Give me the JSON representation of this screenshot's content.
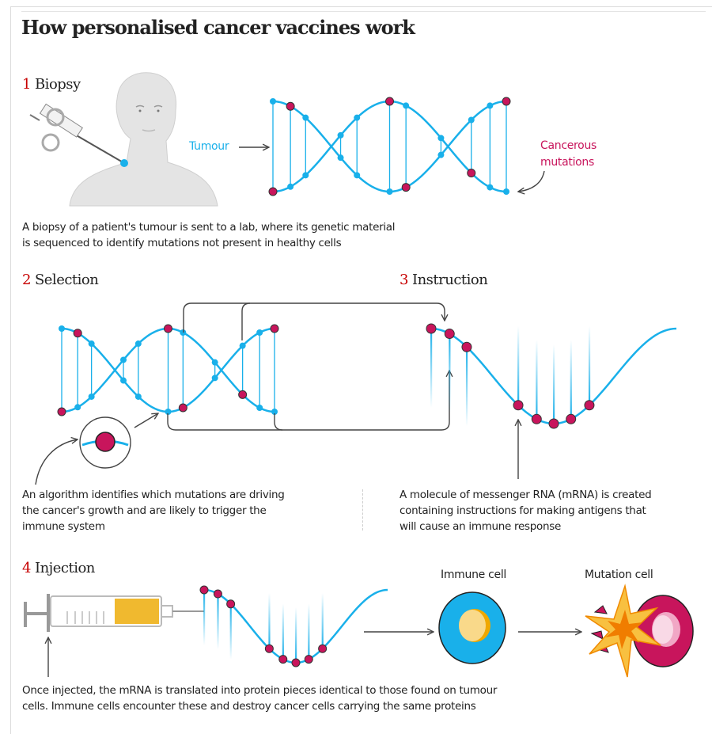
{
  "title": "How personalised cancer vaccines work",
  "colors": {
    "blue": "#19b0ea",
    "mutation": "#c8155c",
    "heading_number": "#c70000",
    "syringe_fill": "#f0b92f"
  },
  "sections": [
    {
      "number": "1",
      "heading": "Biopsy",
      "caption_lines": [
        "A biopsy of a patient's tumour is sent to a lab, where its genetic material",
        "is sequenced to identify mutations not present in healthy cells"
      ]
    },
    {
      "number": "2",
      "heading": "Selection",
      "caption_lines": [
        "An algorithm identifies which mutations are driving",
        "the cancer's growth and are likely to trigger the",
        "immune system"
      ]
    },
    {
      "number": "3",
      "heading": "Instruction",
      "caption_lines": [
        "A molecule of messenger RNA (mRNA) is created",
        "containing instructions for making antigens that",
        "will cause an immune response"
      ]
    },
    {
      "number": "4",
      "heading": "Injection",
      "caption_lines": [
        "Once injected, the mRNA is translated into protein pieces identical to those found on tumour",
        "cells. Immune cells encounter these and destroy cancer cells carrying the same proteins"
      ]
    }
  ],
  "labels": {
    "tumour": "Tumour",
    "cancerous_mutations": [
      "Cancerous",
      "mutations"
    ],
    "immune_cell": "Immune cell",
    "mutation_cell": "Mutation cell"
  },
  "icons": [
    "syringe-icon",
    "patient-head-icon",
    "dna-helix-icon",
    "mrna-strand-icon",
    "magnifier-icon",
    "immune-cell-icon",
    "mutation-cell-icon",
    "explosion-icon"
  ]
}
